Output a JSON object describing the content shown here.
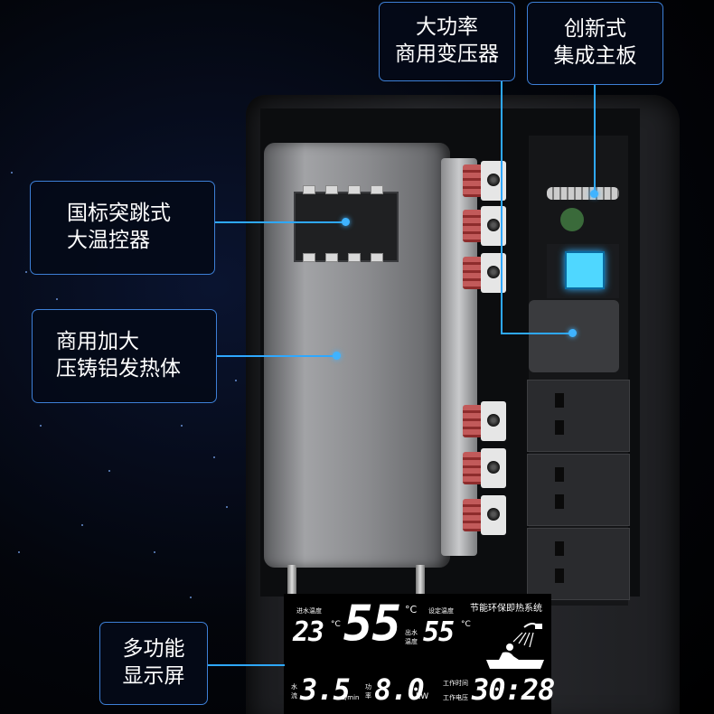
{
  "callouts": {
    "transformer": {
      "line1": "大功率",
      "line2": "商用变压器"
    },
    "board": {
      "line1": "创新式",
      "line2": "集成主板"
    },
    "thermostat": {
      "line1": "国标突跳式",
      "line2": "大温控器"
    },
    "heater": {
      "line1": "商用加大",
      "line2": "压铸铝发热体"
    },
    "display": {
      "line1": "多功能",
      "line2": "显示屏"
    }
  },
  "display": {
    "inlet_label": "进水温度",
    "inlet_temp": "23",
    "main_temp": "55",
    "outlet_label_1": "出水",
    "outlet_label_2": "温度",
    "set_label": "设定温度",
    "set_temp": "55",
    "deg": "°C",
    "eco_label": "节能环保即热系统",
    "flow_label_1": "水",
    "flow_label_2": "流",
    "flow_value": "3.5",
    "flow_unit": "L/min",
    "power_label_1": "功",
    "power_label_2": "率",
    "power_value": "8.0",
    "power_unit": "kW",
    "time_label": "工作时间",
    "voltage_label": "工作电压",
    "time_value": "30:28"
  },
  "colors": {
    "accent": "#2ea8ff",
    "callout_border": "#3d7fd6",
    "chip": "#4fd7ff"
  },
  "icons": {
    "bath": "bath-shower-icon"
  }
}
